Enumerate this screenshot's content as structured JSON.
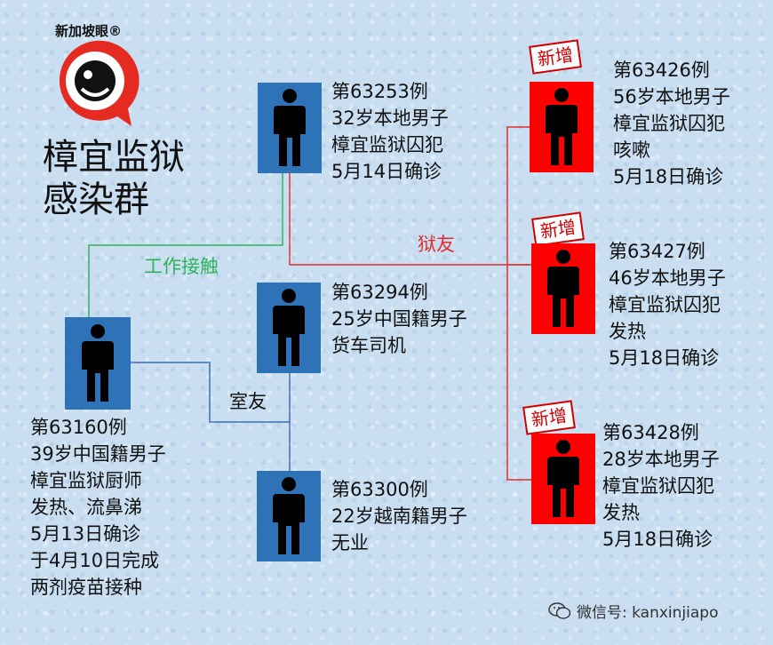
{
  "logo": {
    "text": "新加坡眼®"
  },
  "title": {
    "line1": "樟宜监狱",
    "line2": "感染群"
  },
  "edges": {
    "work": "工作接触",
    "cellmate": "狱友",
    "roommate": "室友"
  },
  "stamp": "新增",
  "cases": {
    "c63253": {
      "lines": [
        "第63253例",
        "32岁本地男子",
        "樟宜监狱囚犯",
        "5月14日确诊"
      ]
    },
    "c63294": {
      "lines": [
        "第63294例",
        "25岁中国籍男子",
        "货车司机"
      ]
    },
    "c63300": {
      "lines": [
        "第63300例",
        "22岁越南籍男子",
        "无业"
      ]
    },
    "c63160": {
      "lines": [
        "第63160例",
        "39岁中国籍男子",
        "樟宜监狱厨师",
        "发热、流鼻涕",
        "5月13日确诊",
        "于4月10日完成",
        "两剂疫苗接种"
      ]
    },
    "c63426": {
      "lines": [
        "第63426例",
        "56岁本地男子",
        "樟宜监狱囚犯",
        "咳嗽",
        "5月18日确诊"
      ]
    },
    "c63427": {
      "lines": [
        "第63427例",
        "46岁本地男子",
        "樟宜监狱囚犯",
        "发热",
        "5月18日确诊"
      ]
    },
    "c63428": {
      "lines": [
        "第63428例",
        "28岁本地男子",
        "樟宜监狱囚犯",
        "发热",
        "5月18日确诊"
      ]
    }
  },
  "footer": {
    "wechat": "微信号: kanxinjiapo"
  },
  "colors": {
    "blue": "#2e73b8",
    "red": "#ff0000",
    "green_line": "#2fb35a",
    "red_line": "#e0302e",
    "blue_line": "#3a6fb0"
  }
}
